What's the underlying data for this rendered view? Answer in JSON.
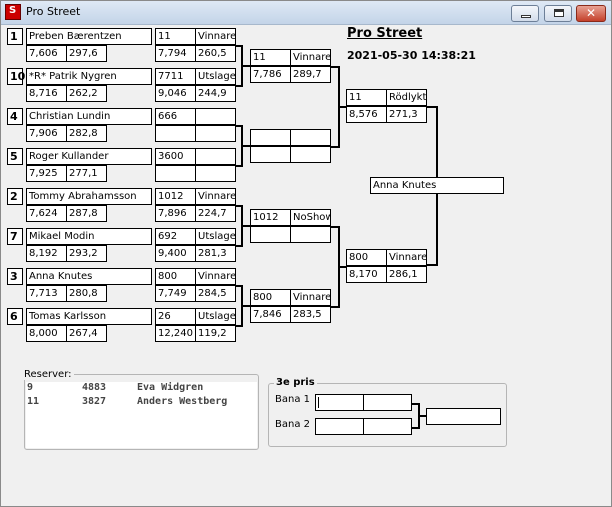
{
  "window": {
    "title": "Pro Street",
    "icon_label": "S"
  },
  "heading": "Pro Street",
  "datetime": "2021-05-30 14:38:21",
  "round1": [
    {
      "seed": "1",
      "name": "Preben Bærentzen",
      "t1": "7,606",
      "t2": "297,6"
    },
    {
      "seed": "10",
      "name": "*R* Patrik Nygren",
      "t1": "8,716",
      "t2": "262,2"
    },
    {
      "seed": "4",
      "name": "Christian Lundin",
      "t1": "7,906",
      "t2": "282,8"
    },
    {
      "seed": "5",
      "name": "Roger Kullander",
      "t1": "7,925",
      "t2": "277,1"
    },
    {
      "seed": "2",
      "name": "Tommy Abrahamsson",
      "t1": "7,624",
      "t2": "287,8"
    },
    {
      "seed": "7",
      "name": "Mikael Modin",
      "t1": "8,192",
      "t2": "293,2"
    },
    {
      "seed": "3",
      "name": "Anna Knutes",
      "t1": "7,713",
      "t2": "280,8"
    },
    {
      "seed": "6",
      "name": "Tomas  Karlsson",
      "t1": "8,000",
      "t2": "267,4"
    }
  ],
  "round1_results": [
    {
      "num": "11",
      "status": "Vinnare",
      "t1": "7,794",
      "t2": "260,5"
    },
    {
      "num": "7711",
      "status": "Utslagen",
      "t1": "9,046",
      "t2": "244,9"
    },
    {
      "num": "666",
      "status": "",
      "t1": "",
      "t2": ""
    },
    {
      "num": "3600",
      "status": "",
      "t1": "",
      "t2": ""
    },
    {
      "num": "1012",
      "status": "Vinnare",
      "t1": "7,896",
      "t2": "224,7"
    },
    {
      "num": "692",
      "status": "Utslagen",
      "t1": "9,400",
      "t2": "281,3"
    },
    {
      "num": "800",
      "status": "Vinnare",
      "t1": "7,749",
      "t2": "284,5"
    },
    {
      "num": "26",
      "status": "Utslagen",
      "t1": "12,240",
      "t2": "119,2"
    }
  ],
  "round2": [
    {
      "num": "11",
      "status": "Vinnare",
      "t1": "7,786",
      "t2": "289,7"
    },
    {
      "num": "",
      "status": "",
      "t1": "",
      "t2": ""
    },
    {
      "num": "1012",
      "status": "NoShow",
      "t1": "",
      "t2": ""
    },
    {
      "num": "800",
      "status": "Vinnare",
      "t1": "7,846",
      "t2": "283,5"
    }
  ],
  "round3": [
    {
      "num": "11",
      "status": "Rödlykta",
      "t1": "8,576",
      "t2": "271,3"
    },
    {
      "num": "800",
      "status": "Vinnare",
      "t1": "8,170",
      "t2": "286,1"
    }
  ],
  "winner": "Anna Knutes",
  "reserves": {
    "label": "Reserver:",
    "items": [
      {
        "pos": "9",
        "num": "4883",
        "name": "Eva Widgren"
      },
      {
        "pos": "11",
        "num": "3827",
        "name": "Anders Westberg"
      }
    ]
  },
  "third_place": {
    "label": "3e pris",
    "lanes": [
      "Bana 1",
      "Bana 2"
    ]
  }
}
